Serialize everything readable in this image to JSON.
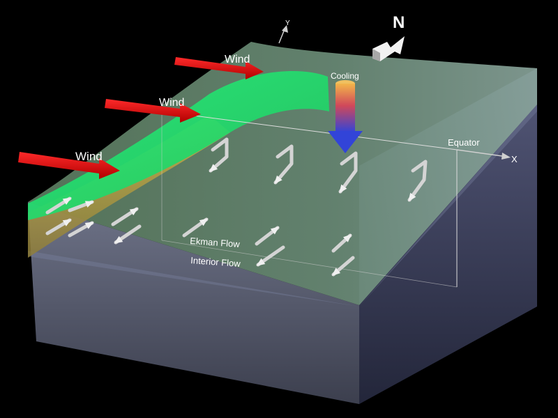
{
  "labels": {
    "wind_1": "Wind",
    "wind_2": "Wind",
    "wind_3": "Wind",
    "cooling": "Cooling",
    "north": "N",
    "axis_y": "Y",
    "axis_x": "X",
    "equator": "Equator",
    "ekman_flow": "Ekman Flow",
    "interior_flow": "Interior Flow"
  },
  "colors": {
    "background": "#000000",
    "wind_arrow": "#e00000",
    "warm_layer": "#22e06a",
    "cool_layer": "#c9b24a",
    "ocean_side": "#5c6078",
    "ocean_top": "#6f8a7a",
    "cooling_top": "#f0b040",
    "cooling_bottom": "#3a4cd0",
    "flow_arrow": "#cfcfcf"
  },
  "icons": {
    "compass": "north-arrow-icon",
    "cooling": "cooling-arrow-icon",
    "flow": "flow-arrow-icon"
  }
}
